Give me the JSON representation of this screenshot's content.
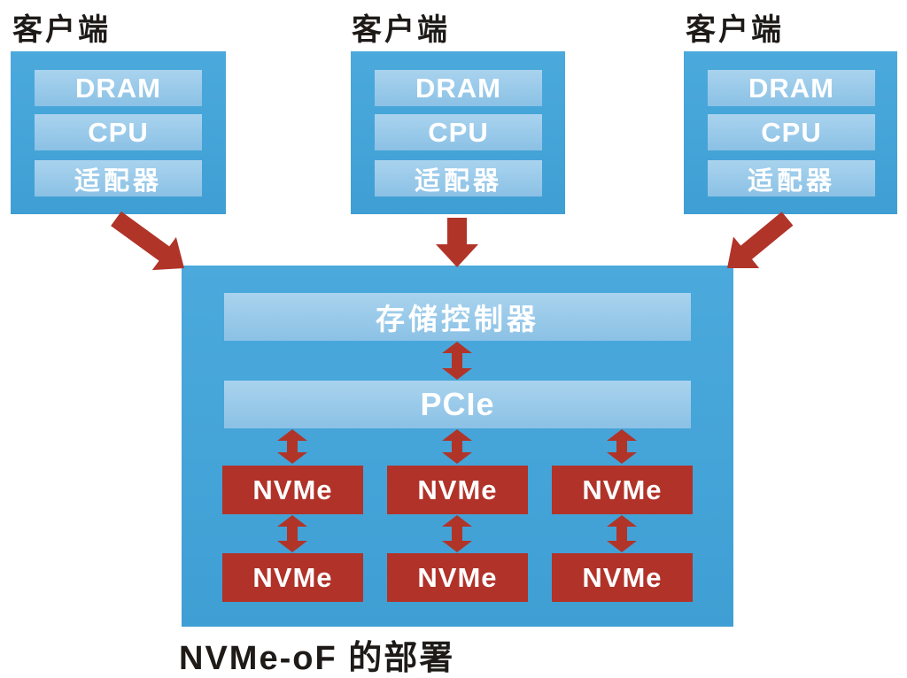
{
  "title": "NVMe-oF 的部署",
  "colors": {
    "box_blue_top": "#4BA9DC",
    "box_blue_bottom": "#3F9FD4",
    "inner_bar_top": "#A9D3EE",
    "inner_bar_bottom": "#8BC1E5",
    "nvme_red": "#B03228",
    "arrow_red": "#B13429",
    "text_dark": "#1E1A18",
    "text_light": "#FFFFFF"
  },
  "clients": [
    {
      "label": "客户端",
      "components": [
        "DRAM",
        "CPU",
        "适配器"
      ]
    },
    {
      "label": "客户端",
      "components": [
        "DRAM",
        "CPU",
        "适配器"
      ]
    },
    {
      "label": "客户端",
      "components": [
        "DRAM",
        "CPU",
        "适配器"
      ]
    }
  ],
  "storage": {
    "controller_label": "存储控制器",
    "bus_label": "PCIe",
    "nvme_label": "NVMe",
    "nvme_rows": 2,
    "nvme_cols": 3
  }
}
